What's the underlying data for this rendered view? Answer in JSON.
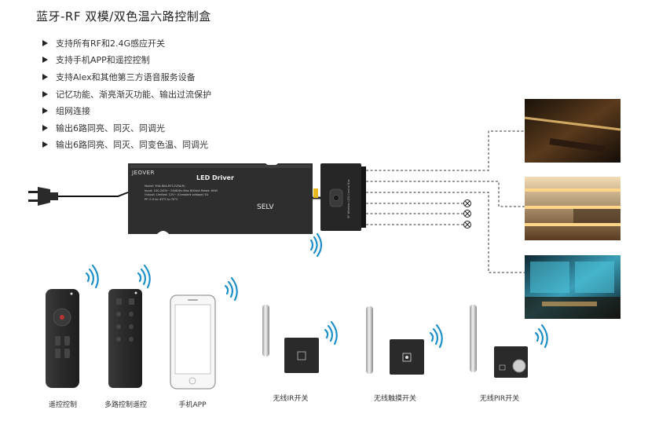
{
  "title": "蓝牙-RF 双模/双色温六路控制盒",
  "features": [
    "支持所有RF和2.4G感应开关",
    "支持手机APP和遥控控制",
    "支持Alex和其他第三方语音服务设备",
    "记忆功能、渐亮渐灭功能、输出过流保护",
    "组网连接",
    "输出6路同亮、同灭、同调光",
    "输出6路同亮、同灭、同变色温、同调光"
  ],
  "driver": {
    "brand": "JEOVER",
    "name": "LED Driver",
    "spec_lines": [
      "Model: YHA-60A-RF12V5A(R)",
      "Input: 100-240V~ 50/60Hz Max 800mA Rated: 60W",
      "Output: Limited: 12V⎓ (Constant voltage) 5A",
      "PF: 0.9   ta: 45°C   tc:70°C"
    ],
    "selv": "SELV"
  },
  "control_box": {
    "label": "RF Wireless LED Control Box"
  },
  "devices": [
    {
      "label": "遥控控制"
    },
    {
      "label": "多路控制遥控"
    },
    {
      "label": "手机APP"
    },
    {
      "label": "无线IR开关"
    },
    {
      "label": "无线触摸开关"
    },
    {
      "label": "无线PIR开关"
    }
  ],
  "colors": {
    "device_dark": "#2b2b2b",
    "wifi_blue": "#1e90c8",
    "arrow": "#222222"
  },
  "icons": {
    "wifi": "wifi-signal-icon",
    "bulb": "bulb-cross-icon",
    "bullet": "triangle-bullet-icon"
  }
}
